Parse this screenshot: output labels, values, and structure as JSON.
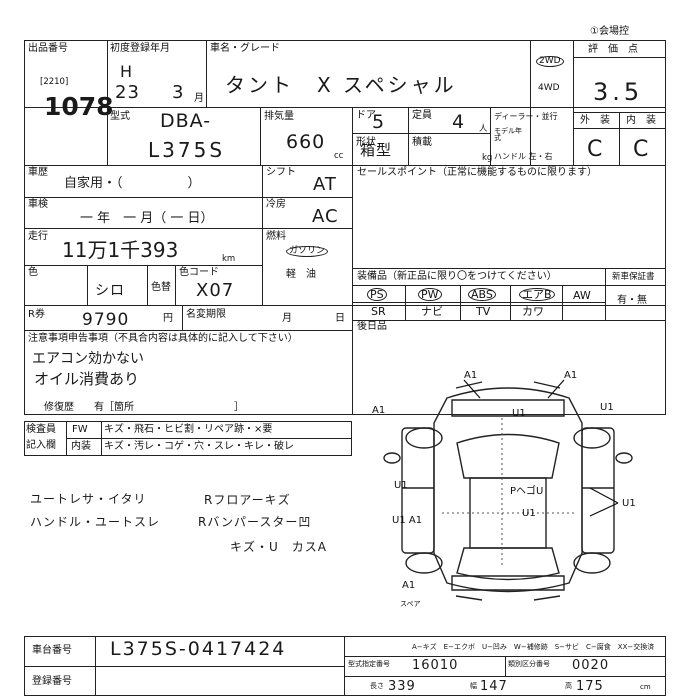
{
  "header": {
    "venue_text": "①会場控",
    "lot_label": "出品番号",
    "lot_code": "[2210]",
    "lot_number": "1078",
    "first_reg_label": "初度登録年月",
    "era": "H",
    "year": "23",
    "month": "3",
    "month_unit": "月",
    "model_label": "車名・グレード",
    "model_name": "タント　X スペシャル",
    "drive_2wd": "2WD",
    "drive_4wd": "4WD",
    "score_label": "評　価　点",
    "score": "3.5",
    "ext_label": "外　装",
    "int_label": "内　装",
    "ext_grade": "C",
    "int_grade": "C"
  },
  "specs": {
    "type_label": "型式",
    "type_value": "DBA-",
    "chassis_type": "L375S",
    "displacement_label": "排気量",
    "displacement": "660",
    "cc_unit": "cc",
    "doors_label": "ドア",
    "doors": "5",
    "shape_label": "形状",
    "shape": "箱型",
    "capacity_label": "定員",
    "capacity": "4",
    "person_unit": "人",
    "load_label": "積載",
    "kg_unit": "kg",
    "dealer_label": "ディーラー・並行",
    "model_year_label": "モデル年式",
    "handle_label": "ハンドル 左・右"
  },
  "history": {
    "history_label": "車歴",
    "history_value": "自家用・（　　　　　）",
    "shift_label": "シフト",
    "shift_value": "AT",
    "sales_label": "セールスポイント（正常に機能するものに限ります）",
    "inspection_label": "車検",
    "inspection_value": "一 年　一 月（ 一 日）",
    "ac_label": "冷房",
    "ac_value": "AC",
    "mileage_label": "走行",
    "mileage_value": "11万1千393",
    "km_unit": "km",
    "fuel_label": "燃料",
    "fuel_gasoline": "ガソリン",
    "fuel_diesel": "軽　油",
    "color_label": "色",
    "color_value": "シロ",
    "color_change_label": "色替",
    "color_code_label": "色コード",
    "color_code": "X07",
    "equipment_label": "装備品（新正品に限り〇をつけてください）",
    "warranty_label": "新車保証書",
    "warranty_value": "有・無",
    "r_label": "R券",
    "r_value": "9790",
    "yen_unit": "円",
    "name_change_label": "名変期限",
    "month_unit": "月",
    "day_unit": "日",
    "after_label": "後日品"
  },
  "equipment": {
    "ps": "PS",
    "pw": "PW",
    "abs": "ABS",
    "airbag": "エアB",
    "aw": "AW",
    "sr": "SR",
    "navi": "ナビ",
    "tv": "TV",
    "cowl": "カワ"
  },
  "notes": {
    "label": "注意事項申告事項（不具合内容は具体的に記入して下さい）",
    "line1": "エアコン効かない",
    "line2": "オイル消費あり",
    "repair_label": "修復歴　　有［箇所　　　　　　　　　　］"
  },
  "inspector": {
    "label": "検査員",
    "label2": "記入欄",
    "fw_label": "FW",
    "fw_items": "キズ・飛石・ヒビ割・リペア跡・×要",
    "int_label": "内装",
    "int_items": "キズ・汚レ・コゲ・穴・スレ・キレ・破レ"
  },
  "remarks": {
    "line1": "ユートレサ・イタリ",
    "line2": "ハンドル・ユートスレ",
    "line3": "Rフロアーキズ",
    "line4": "Rバンパースター凹",
    "line5": "キズ・U　カスA"
  },
  "diagram": {
    "marks": [
      "A1",
      "A1",
      "U1",
      "U1",
      "A1",
      "U1",
      "PヘゴU",
      "U1",
      "U1 A1",
      "U1",
      "A1",
      "スペア"
    ]
  },
  "footer": {
    "legend": "A−キズ　E−エクボ　U−凹み　W−補修跡　S−サビ　C−腐食　XX−交換済",
    "chassis_label": "車台番号",
    "chassis_number": "L375S-0417424",
    "reg_label": "登録番号",
    "type_cert_label": "型式指定番号",
    "type_cert": "16010",
    "class_label": "類別区分番号",
    "class_num": "0020",
    "length_label": "長さ",
    "length": "339",
    "width_label": "幅",
    "width": "147",
    "height_label": "高",
    "height": "175",
    "cm_unit": "cm"
  }
}
